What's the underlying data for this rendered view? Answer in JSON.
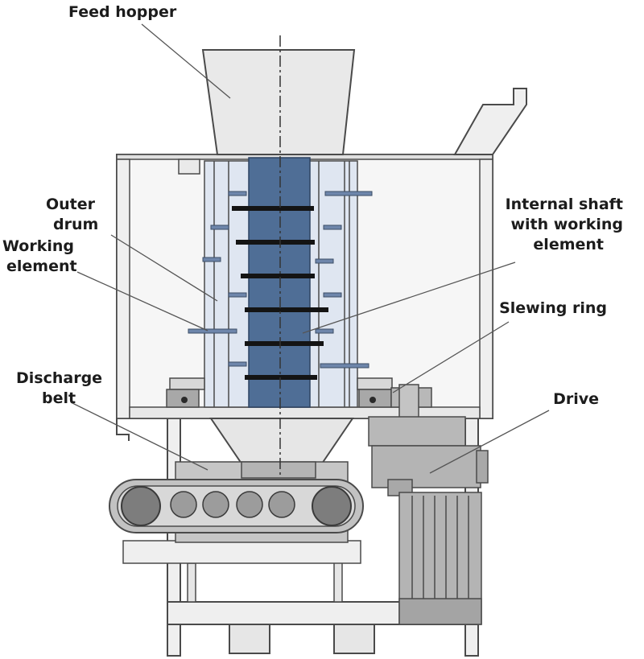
{
  "labels": {
    "feed_hopper": "Feed hopper",
    "outer_drum_l1": "Outer",
    "outer_drum_l2": "drum",
    "working_element_l1": "Working",
    "working_element_l2": "element",
    "internal_shaft_l1": "Internal shaft",
    "internal_shaft_l2": "with working",
    "internal_shaft_l3": "element",
    "slewing_ring": "Slewing ring",
    "discharge_belt_l1": "Discharge",
    "discharge_belt_l2": "belt",
    "drive": "Drive"
  },
  "colors": {
    "frame": "#efefef",
    "outline": "#4a4a4a",
    "part_gray": "#a8a8a8",
    "motor_gray": "#b4b4b4",
    "drum_light_blue": "#dfe6f1",
    "shaft_blue": "#4f6e96",
    "element_black": "#141414",
    "bar_blue": "#6e86ab",
    "leader": "#555555"
  }
}
